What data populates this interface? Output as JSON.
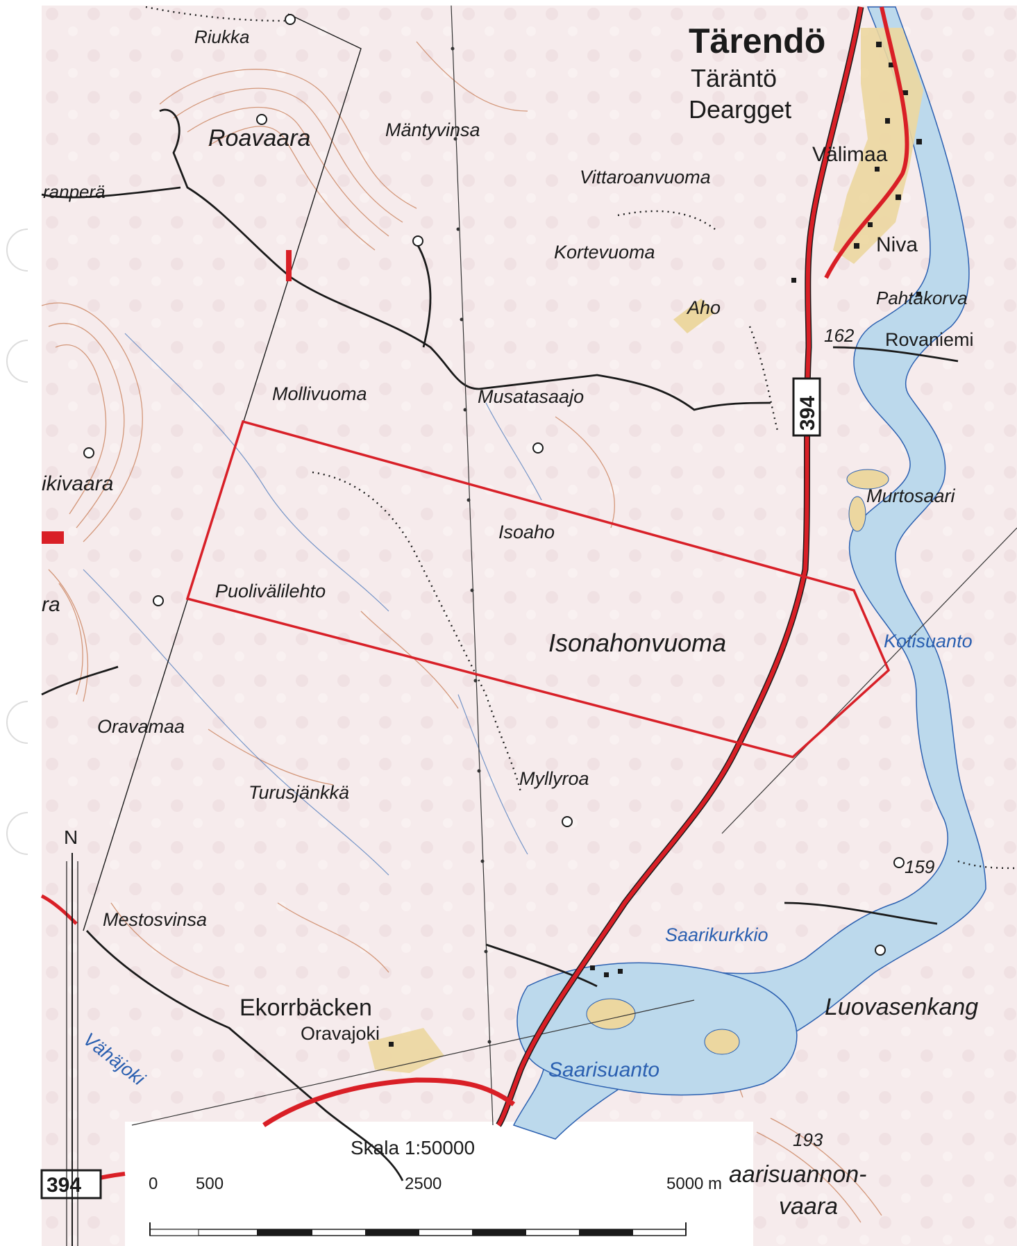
{
  "map": {
    "towns": {
      "tarendo": "Tärendö",
      "taranto": "Täräntö",
      "deargget": "Deargget"
    },
    "places": {
      "riukka": "Riukka",
      "roavaara": "Roavaara",
      "mantyvinsa": "Mäntyvinsa",
      "vittaroanvuoma": "Vittaroanvuoma",
      "valimaa": "Välimaa",
      "ranpera": "ranperä",
      "kortevuoma": "Kortevuoma",
      "niva": "Niva",
      "aho": "Aho",
      "pahtakorva": "Pahtakorva",
      "rovaniemi": "Rovaniemi",
      "mollivuoma": "Mollivuoma",
      "musatasaajo": "Musatasaajo",
      "ikivaara": "ikivaara",
      "murtosaari": "Murtosaari",
      "isoaho": "Isoaho",
      "puolivalilehto": "Puolivälilehto",
      "ra": "ra",
      "isonahonvuoma": "Isonahonvuoma",
      "oravamaa": "Oravamaa",
      "turusjankka": "Turusjänkkä",
      "myllyroa": "Myllyroa",
      "mestosvinsa": "Mestosvinsa",
      "luovasenkang": "Luovasenkang",
      "ekorrbacken": "Ekorrbäcken",
      "oravajoki": "Oravajoki",
      "saarisuannon": "aarisuannon-",
      "vaara": "vaara"
    },
    "water": {
      "kotisuanto": "Kotisuanto",
      "saarikurkkio": "Saarikurkkio",
      "vahajoki": "Vähäjoki",
      "saarisuanto": "Saarisuanto"
    },
    "road_number": "394",
    "road_number_bottom": "394",
    "elevations": {
      "e162": "162",
      "e159": "159",
      "e193": "193"
    },
    "north_label": "N",
    "colors": {
      "road": "#d91f26",
      "boundary": "#d82028",
      "water": "#bcd9ec",
      "contour": "#c77a52",
      "background": "#f7eced",
      "settlement": "#ecd7a0"
    }
  },
  "scale_bar": {
    "title": "Skala 1:50000",
    "ticks": [
      "0",
      "500",
      "2500",
      "5000 m"
    ]
  }
}
